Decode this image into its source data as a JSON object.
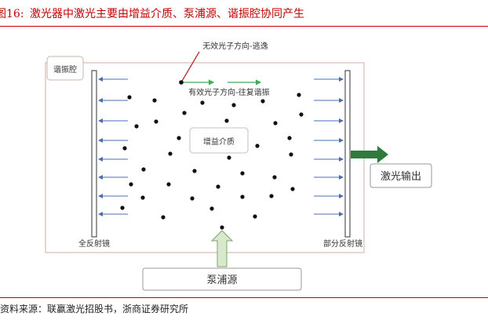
{
  "figure": {
    "number": "图16:",
    "title": "激光器中激光主要由增益介质、泵浦源、谐振腔协同产生"
  },
  "diagram": {
    "resonator_label": "谐振腔",
    "invalid_photon_label": "无效光子方向-逃逸",
    "valid_photon_label": "有效光子方向-往复谐振",
    "gain_medium_label": "增益介质",
    "full_mirror_label": "全反射镜",
    "partial_mirror_label": "部分反射镜",
    "laser_output_label": "激光输出",
    "pump_source_label": "泵浦源",
    "colors": {
      "mirror_arrow": "#4a6fb0",
      "photon_arrow": "#3fae5a",
      "output_arrow": "#2f7a3c",
      "escape_line": "#b03030",
      "pump_arrow_fill": "#d8e8cc",
      "pump_arrow_stroke": "#7fa36a",
      "cavity_border": "#e0c8c0"
    }
  },
  "source": "资料来源：联赢激光招股书，浙商证券研究所"
}
